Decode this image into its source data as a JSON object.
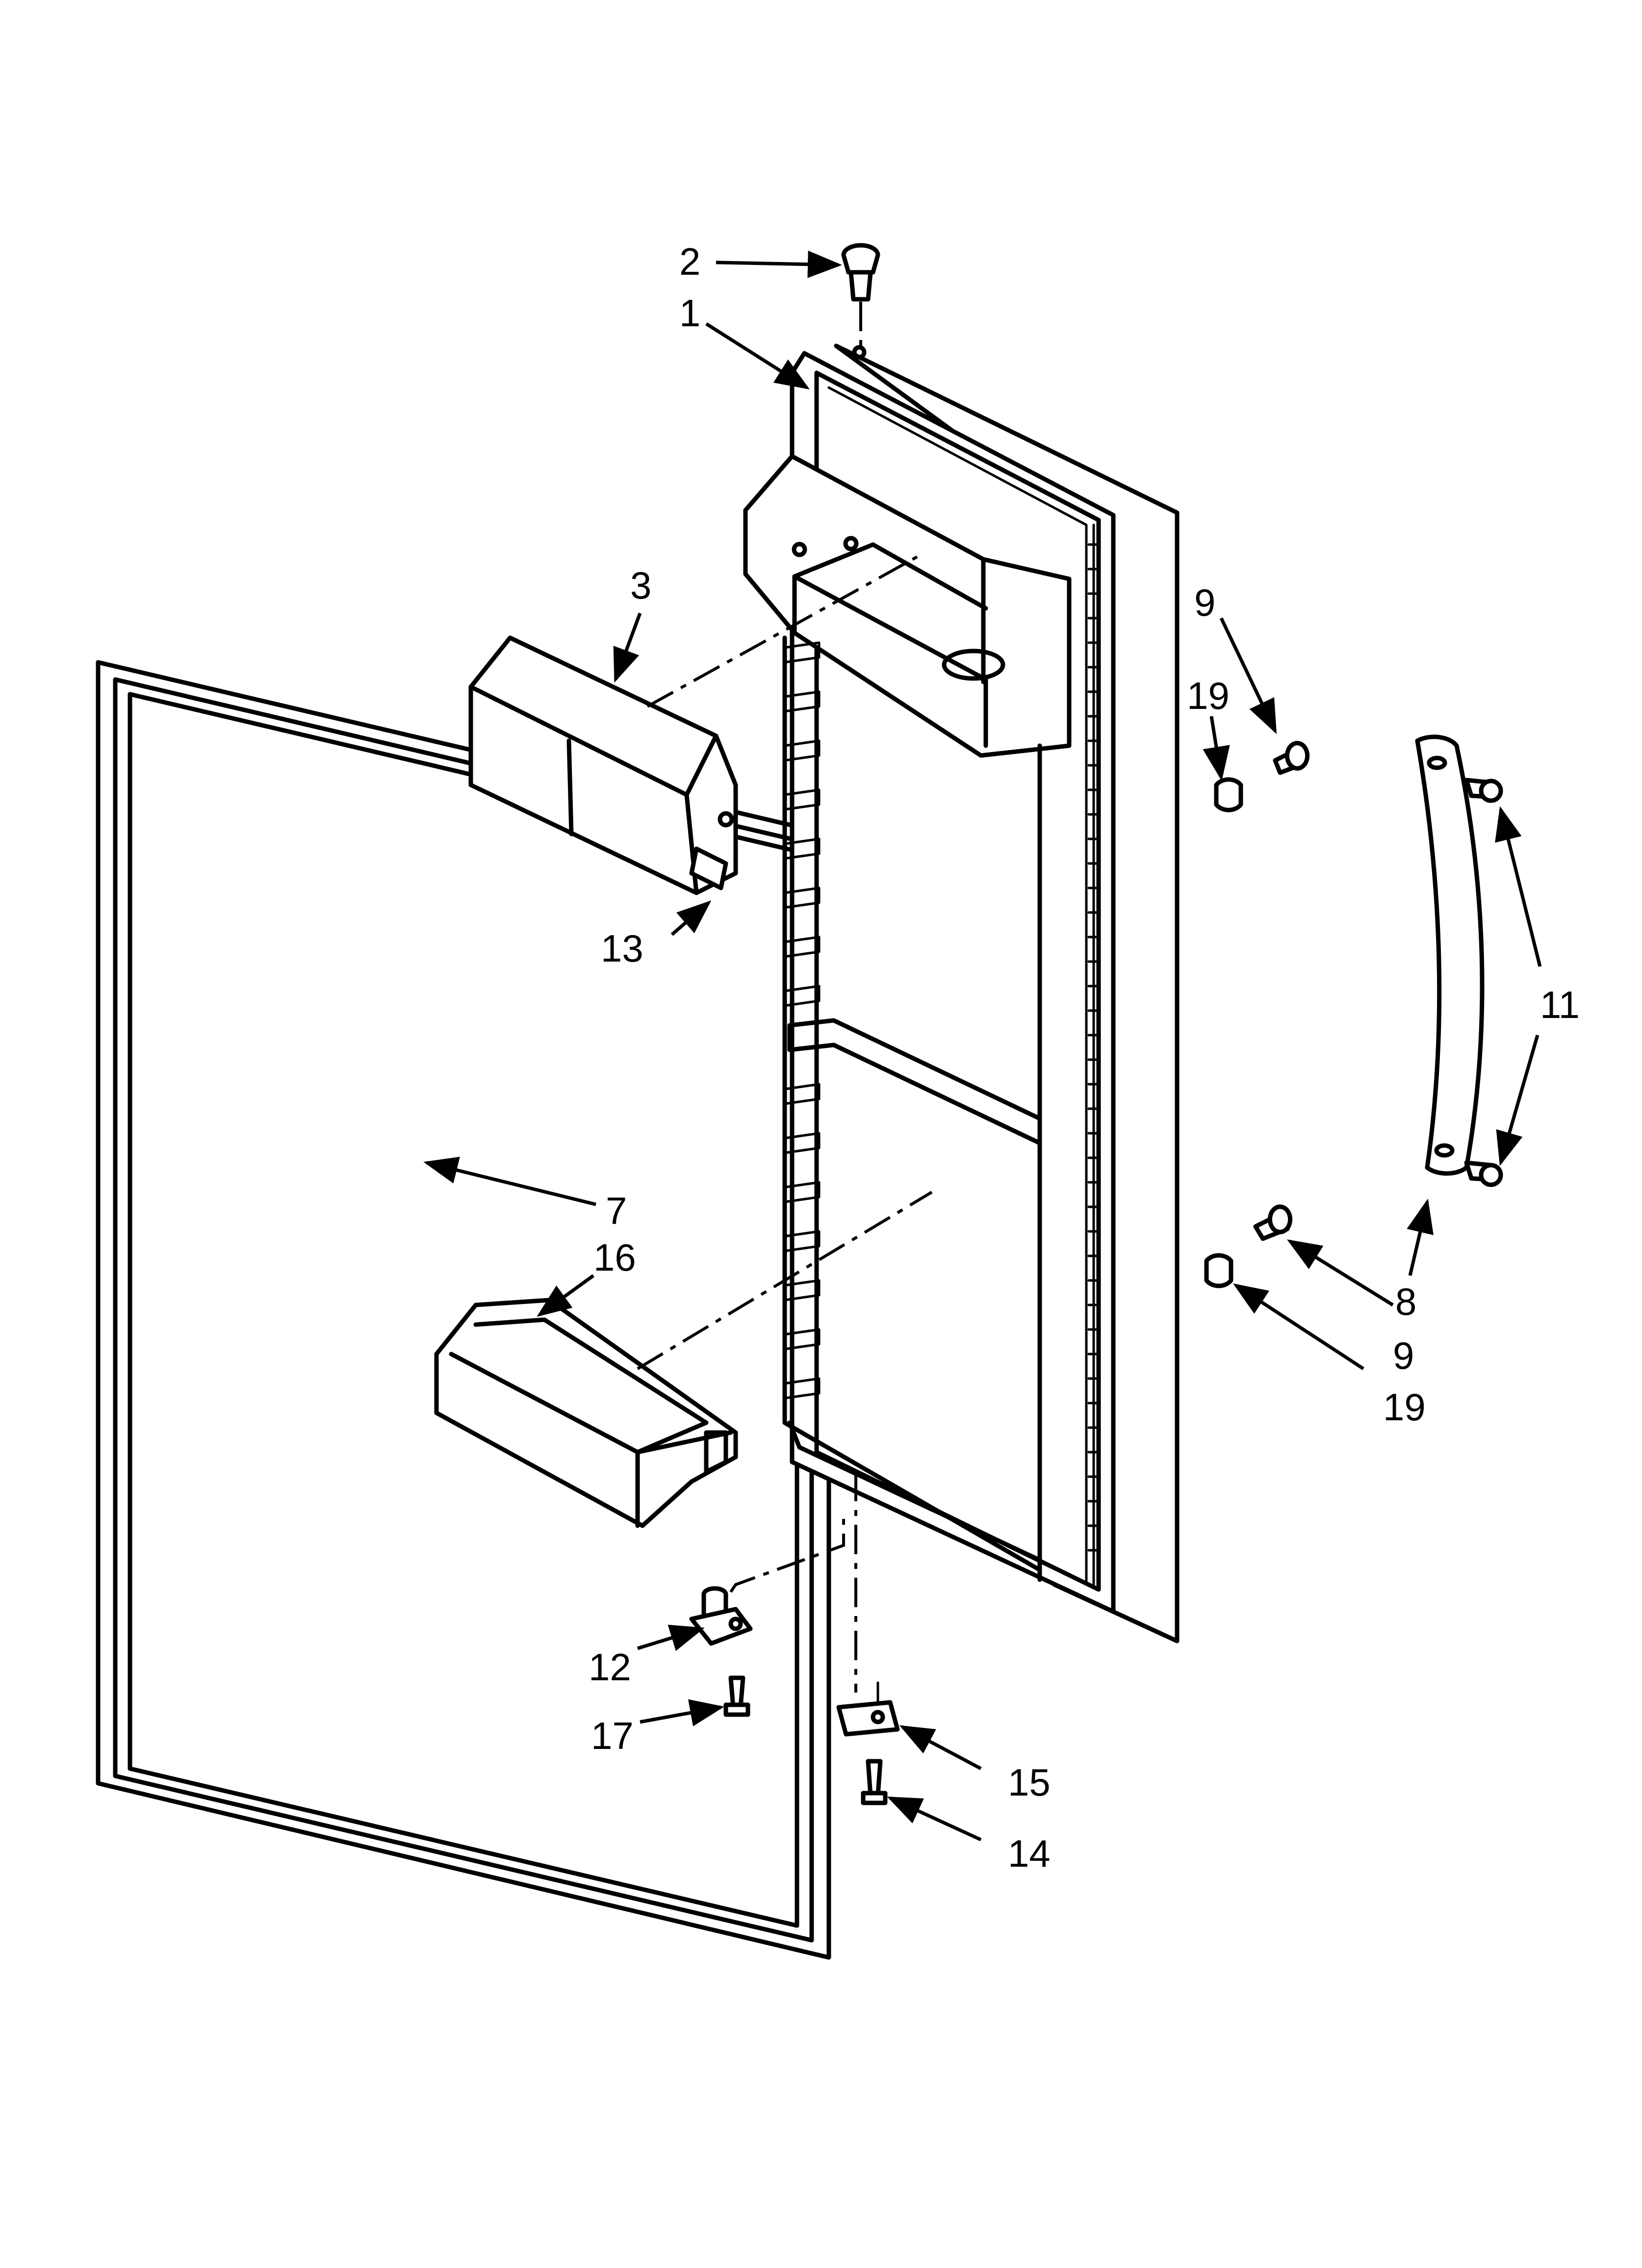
{
  "callouts": {
    "c1": "1",
    "c2": "2",
    "c3": "3",
    "c7": "7",
    "c8": "8",
    "c9a": "9",
    "c9b": "9",
    "c11": "11",
    "c12": "12",
    "c13": "13",
    "c14": "14",
    "c15": "15",
    "c16": "16",
    "c17": "17",
    "c19a": "19",
    "c19b": "19"
  },
  "colors": {
    "line": "#000000",
    "background": "#ffffff"
  }
}
